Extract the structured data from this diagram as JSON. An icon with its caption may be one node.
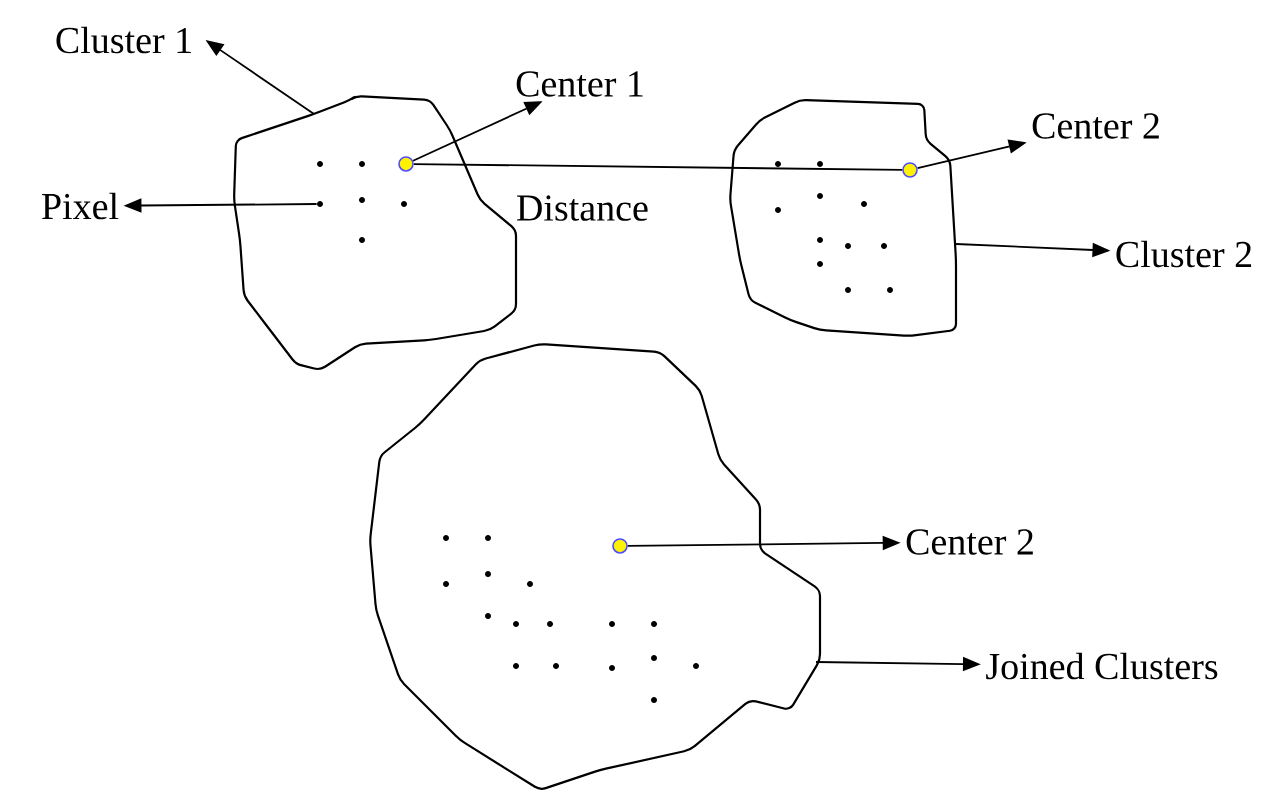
{
  "diagram": {
    "nodes": [
      {
        "text": [
          "Cluster 1"
        ]
      },
      {
        "text": [],
        "shape": "blob"
      },
      {
        "text": [],
        "shape": "circle",
        "in": 1
      },
      {
        "text": [],
        "shape": "dot",
        "in": 1
      },
      {
        "text": [
          "Center 1"
        ]
      },
      {
        "text": [
          "Pixel"
        ]
      },
      {
        "text": [],
        "shape": "blob"
      },
      {
        "text": [],
        "shape": "circle",
        "in": 6
      },
      {
        "text": [
          "Center 2"
        ]
      },
      {
        "text": [
          "Cluster 2"
        ]
      },
      {
        "text": [],
        "shape": "blob"
      },
      {
        "text": [],
        "shape": "circle",
        "in": 10
      },
      {
        "text": [
          "Center 2"
        ]
      },
      {
        "text": [
          "Joined Clusters"
        ]
      }
    ],
    "edges": [
      {
        "from": 1,
        "to": 0,
        "arrow": "to"
      },
      {
        "from": 2,
        "to": 4,
        "arrow": "to"
      },
      {
        "from": 3,
        "to": 5,
        "arrow": "to"
      },
      {
        "from": 2,
        "to": 7,
        "arrow": "none",
        "label": "Distance"
      },
      {
        "from": 7,
        "to": 8,
        "arrow": "to"
      },
      {
        "from": 6,
        "to": 9,
        "arrow": "to"
      },
      {
        "from": 11,
        "to": 12,
        "arrow": "to"
      },
      {
        "from": 10,
        "to": 13,
        "arrow": "to"
      }
    ]
  }
}
